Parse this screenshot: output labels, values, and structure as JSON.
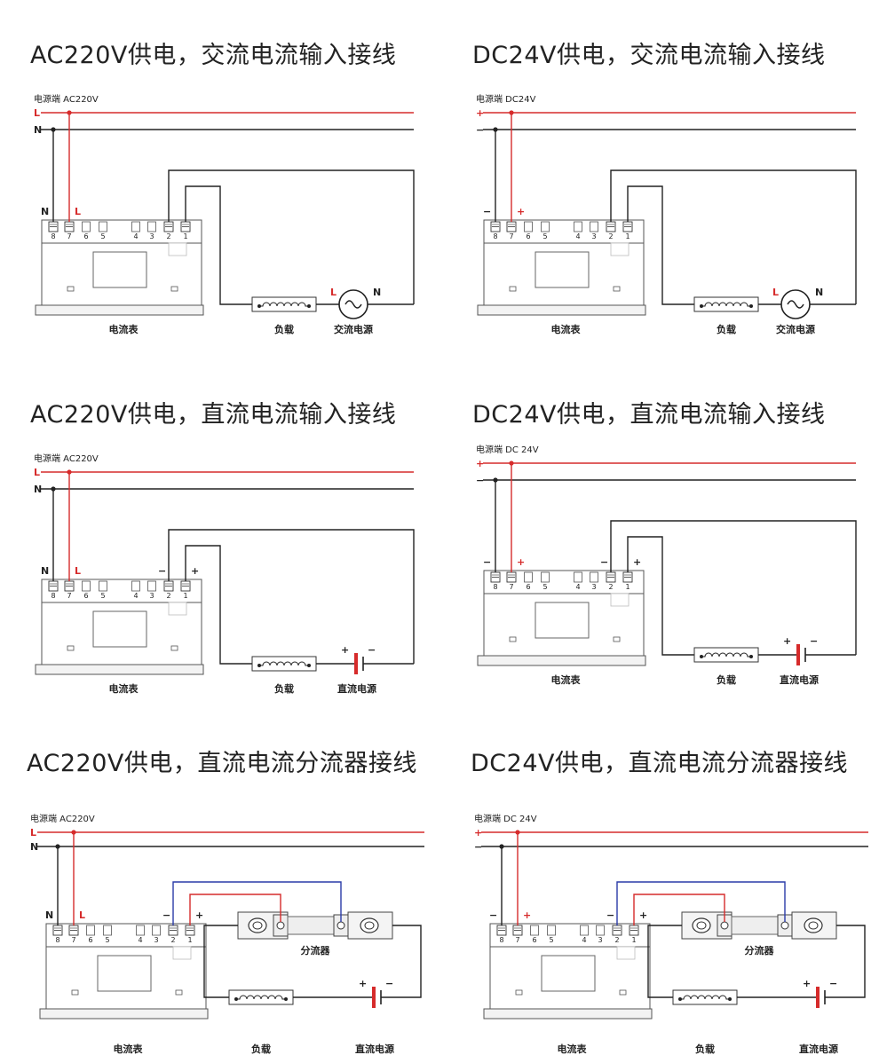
{
  "colors": {
    "red": "#d62b2b",
    "black": "#222222",
    "blue": "#2a3ba8",
    "frame": "#555555"
  },
  "panels": [
    {
      "title": "AC220V供电，交流电流输入接线",
      "type": "ac",
      "source_label": "电源端  AC220V",
      "top_line": "L",
      "bottom_line": "N",
      "pin8_label": "N",
      "pin7_label": "L",
      "pin2_label": "",
      "pin1_label": "",
      "terminals": [
        "8",
        "7",
        "6",
        "5",
        "4",
        "3",
        "2",
        "1"
      ],
      "meter_label": "电流表",
      "load_label": "负载",
      "supply_label": "交流电源",
      "supply_left": "L",
      "supply_right": "N",
      "shunt_label": ""
    },
    {
      "title": "DC24V供电，交流电流输入接线",
      "type": "ac",
      "source_label": "电源端  DC24V",
      "top_line": "+",
      "bottom_line": "−",
      "pin8_label": "−",
      "pin7_label": "+",
      "pin2_label": "",
      "pin1_label": "",
      "terminals": [
        "8",
        "7",
        "6",
        "5",
        "4",
        "3",
        "2",
        "1"
      ],
      "meter_label": "电流表",
      "load_label": "负载",
      "supply_label": "交流电源",
      "supply_left": "L",
      "supply_right": "N",
      "shunt_label": ""
    },
    {
      "title": "AC220V供电，直流电流输入接线",
      "type": "dc",
      "source_label": "电源端  AC220V",
      "top_line": "L",
      "bottom_line": "N",
      "pin8_label": "N",
      "pin7_label": "L",
      "pin2_label": "−",
      "pin1_label": "+",
      "terminals": [
        "8",
        "7",
        "6",
        "5",
        "4",
        "3",
        "2",
        "1"
      ],
      "meter_label": "电流表",
      "load_label": "负载",
      "supply_label": "直流电源",
      "supply_left": "+",
      "supply_right": "−",
      "shunt_label": ""
    },
    {
      "title": "DC24V供电，直流电流输入接线",
      "type": "dc",
      "source_label": "电源端  DC 24V",
      "top_line": "+",
      "bottom_line": "−",
      "pin8_label": "−",
      "pin7_label": "+",
      "pin2_label": "−",
      "pin1_label": "+",
      "terminals": [
        "8",
        "7",
        "6",
        "5",
        "4",
        "3",
        "2",
        "1"
      ],
      "meter_label": "电流表",
      "load_label": "负载",
      "supply_label": "直流电源",
      "supply_left": "+",
      "supply_right": "−",
      "shunt_label": ""
    },
    {
      "title": "AC220V供电，直流电流分流器接线",
      "type": "shunt",
      "source_label": "电源端  AC220V",
      "top_line": "L",
      "bottom_line": "N",
      "pin8_label": "N",
      "pin7_label": "L",
      "pin2_label": "−",
      "pin1_label": "+",
      "terminals": [
        "8",
        "7",
        "6",
        "5",
        "4",
        "3",
        "2",
        "1"
      ],
      "meter_label": "电流表",
      "load_label": "负载",
      "supply_label": "直流电源",
      "supply_left": "+",
      "supply_right": "−",
      "shunt_label": "分流器"
    },
    {
      "title": "DC24V供电，直流电流分流器接线",
      "type": "shunt",
      "source_label": "电源端  DC 24V",
      "top_line": "+",
      "bottom_line": "−",
      "pin8_label": "−",
      "pin7_label": "+",
      "pin2_label": "−",
      "pin1_label": "+",
      "terminals": [
        "8",
        "7",
        "6",
        "5",
        "4",
        "3",
        "2",
        "1"
      ],
      "meter_label": "电流表",
      "load_label": "负载",
      "supply_label": "直流电源",
      "supply_left": "+",
      "supply_right": "−",
      "shunt_label": "分流器"
    }
  ]
}
